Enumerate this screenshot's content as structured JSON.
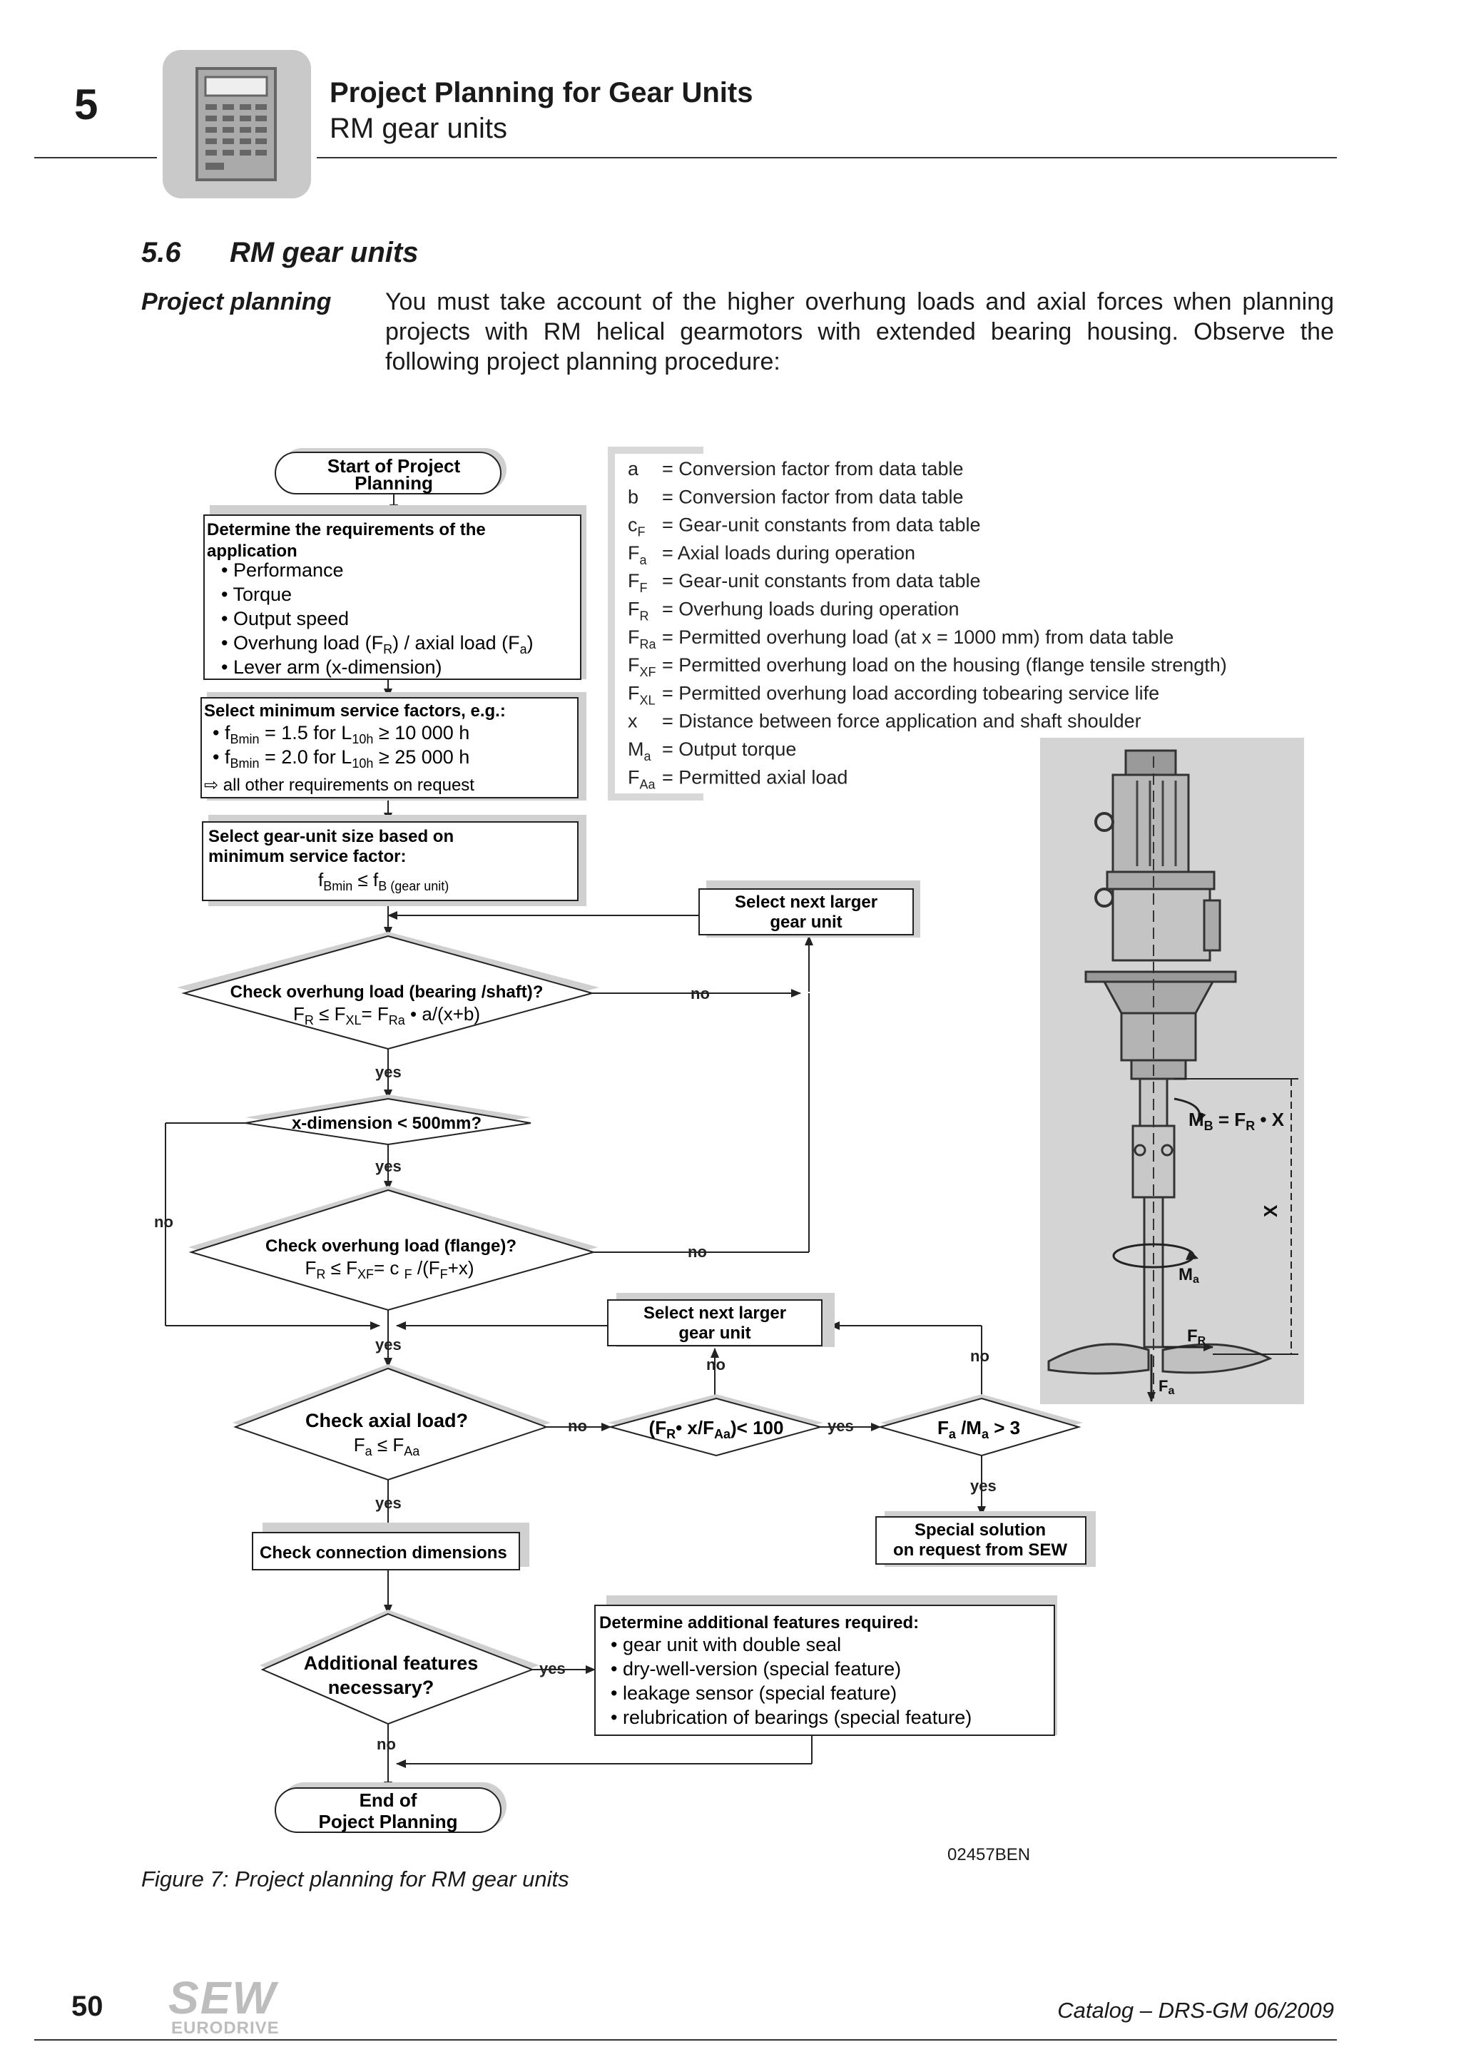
{
  "header": {
    "chapter_number": "5",
    "title": "Project Planning for Gear Units",
    "subtitle": "RM gear units"
  },
  "section": {
    "number": "5.6",
    "title": "RM gear units",
    "side_label": "Project planning",
    "intro": "You must take account of the higher overhung loads and axial forces when planning projects with RM helical gearmotors with extended bearing housing. Observe the following project planning procedure:"
  },
  "flow": {
    "start": [
      "Start of Project",
      "Planning"
    ],
    "requirements": {
      "title": [
        "Determine the requirements of the",
        "application"
      ],
      "items": [
        "• Performance",
        "• Torque",
        "• Output speed",
        "• Overhung load (F",
        "• Lever arm (x-dimension)"
      ],
      "overhung_mid": ") / axial load (F",
      "overhung_end": ")"
    },
    "service_factors": {
      "title": "Select minimum service factors, e.g.:",
      "line1": [
        "• f",
        "Bmin",
        " = 1.5  for L",
        "10h",
        " ≥  10 000 h"
      ],
      "line2": [
        "• f",
        "Bmin",
        " = 2.0  for L",
        "10h",
        " ≥  25 000 h"
      ],
      "note": "⇨ all other requirements on request"
    },
    "size": {
      "title": [
        "Select gear-unit size based on",
        "minimum service factor:"
      ],
      "formula": [
        "f",
        "Bmin",
        " ≤  f",
        "B (gear unit)"
      ]
    },
    "next_larger": [
      "Select next larger",
      "gear unit"
    ],
    "check_overhung_bearing": {
      "title": "Check overhung load (bearing /shaft)?",
      "formula": [
        "F",
        "R",
        " ≤ F",
        "XL",
        "= F",
        "Ra",
        " • a/(x+b)"
      ]
    },
    "x_dimension": "x-dimension < 500mm?",
    "check_overhung_flange": {
      "title": "Check overhung load (flange)?",
      "formula": [
        "F",
        "R",
        "  ≤  F",
        "XF",
        "= c ",
        "F",
        " /(F",
        "F",
        "+x)"
      ]
    },
    "check_axial": {
      "title": "Check axial load?",
      "formula": [
        "F",
        "a",
        " ≤  F",
        "Aa"
      ]
    },
    "ratio": [
      "(F",
      "R",
      "• x/F",
      "Aa",
      ")< 100"
    ],
    "fa_ma": [
      "F",
      "a",
      " /M",
      "a",
      "  > 3"
    ],
    "special": [
      "Special solution",
      "on request from SEW"
    ],
    "check_connection": "Check connection dimensions",
    "additional": [
      "Additional features",
      "necessary?"
    ],
    "features": {
      "title": "Determine additional features required:",
      "items": [
        "• gear unit with double seal",
        "• dry-well-version (special feature)",
        "• leakage sensor (special feature)",
        "• relubrication of bearings (special feature)"
      ]
    },
    "end": [
      "End of",
      "Poject Planning"
    ],
    "yes": "yes",
    "no": "no"
  },
  "legend": [
    {
      "sym": "a",
      "sub": "",
      "text": "= Conversion factor from data table"
    },
    {
      "sym": "b",
      "sub": "",
      "text": "= Conversion factor from data table"
    },
    {
      "sym": "c",
      "sub": "F",
      "text": "= Gear-unit constants from data table"
    },
    {
      "sym": "F",
      "sub": "a",
      "text": "= Axial loads during operation"
    },
    {
      "sym": "F",
      "sub": "F",
      "text": "= Gear-unit constants from data table"
    },
    {
      "sym": "F",
      "sub": "R",
      "text": "= Overhung loads during operation"
    },
    {
      "sym": "F",
      "sub": "Ra",
      "text": "= Permitted overhung load (at x = 1000 mm) from data table"
    },
    {
      "sym": "F",
      "sub": "XF",
      "text": "= Permitted overhung load on the housing (flange tensile strength)"
    },
    {
      "sym": "F",
      "sub": "XL",
      "text": "= Permitted overhung load according tobearing service life"
    },
    {
      "sym": "x",
      "sub": "",
      "text": "= Distance between force application and shaft shoulder"
    },
    {
      "sym": "M",
      "sub": "a",
      "text": "= Output torque"
    },
    {
      "sym": "F",
      "sub": "Aa",
      "text": "= Permitted axial load"
    }
  ],
  "illustration": {
    "mb": [
      "M",
      "B",
      " = F",
      "R",
      " • X"
    ],
    "x": "X",
    "ma": [
      "M",
      "a"
    ],
    "fr": [
      "F",
      "R"
    ],
    "fa": [
      "F",
      "a"
    ]
  },
  "figure": {
    "id": "02457BEN",
    "caption": "Figure 7: Project planning for RM gear units"
  },
  "footer": {
    "page": "50",
    "logo_top": "SEW",
    "logo_bottom": "EURODRIVE",
    "catalog": "Catalog – DRS-GM 06/2009"
  }
}
